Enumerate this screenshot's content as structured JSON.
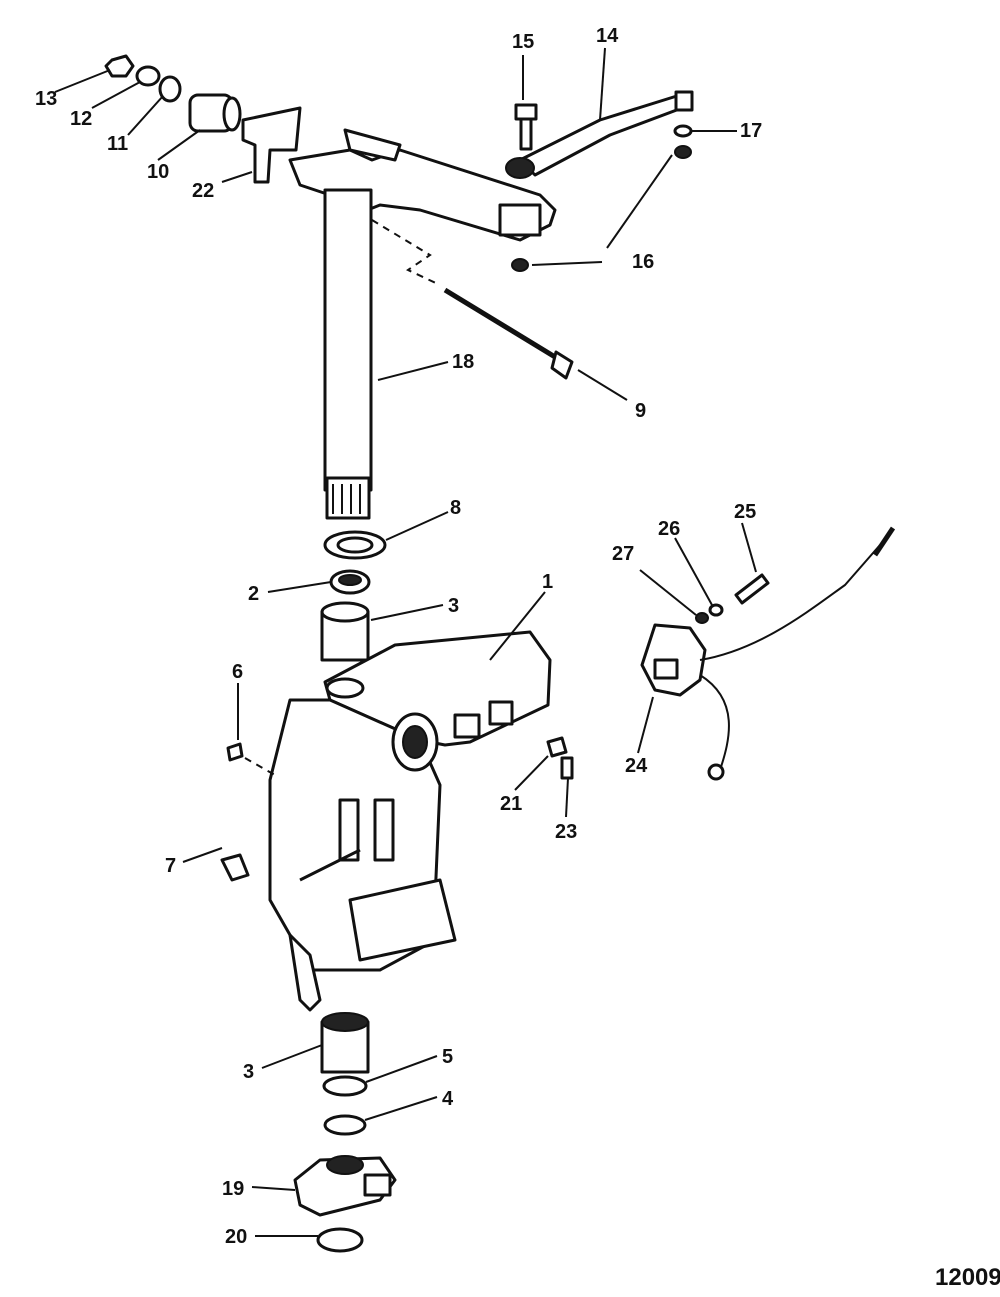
{
  "figure_number": "12009",
  "callouts": {
    "c1": "1",
    "c2": "2",
    "c3a": "3",
    "c3b": "3",
    "c4": "4",
    "c5": "5",
    "c6": "6",
    "c7": "7",
    "c8": "8",
    "c9": "9",
    "c10": "10",
    "c11": "11",
    "c12": "12",
    "c13": "13",
    "c14": "14",
    "c15": "15",
    "c16a": "16",
    "c16b": "16",
    "c17": "17",
    "c18": "18",
    "c19": "19",
    "c20": "20",
    "c21": "21",
    "c22": "22",
    "c23": "23",
    "c24": "24",
    "c25": "25",
    "c26": "26",
    "c27": "27"
  }
}
